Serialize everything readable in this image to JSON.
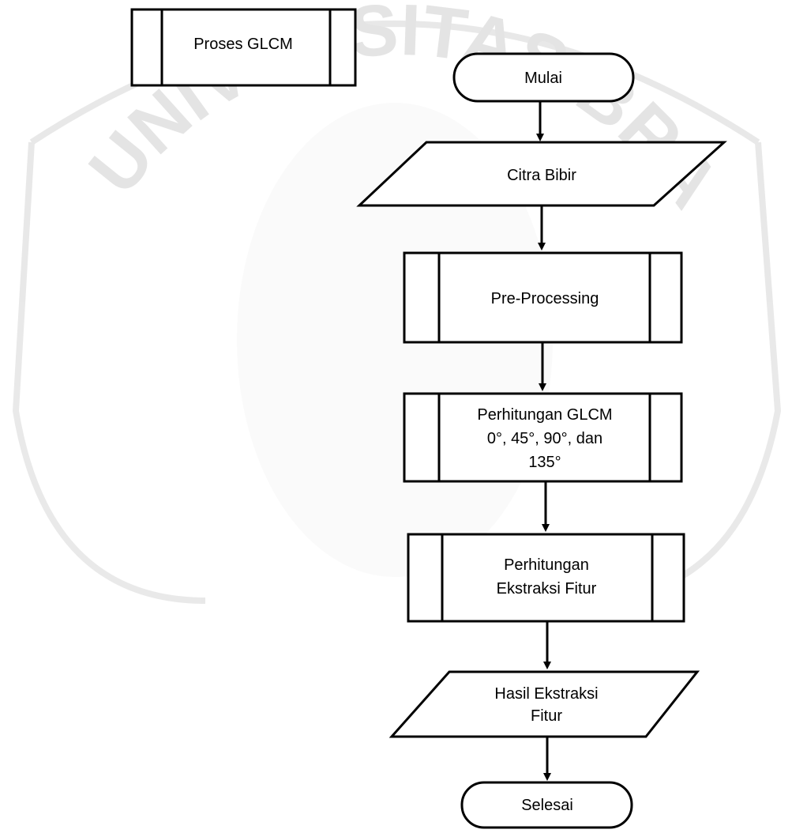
{
  "diagram": {
    "title_box": "Proses GLCM",
    "steps": {
      "start": "Mulai",
      "input": "Citra Bibir",
      "preprocessing": "Pre-Processing",
      "glcm_line1": "Perhitungan GLCM",
      "glcm_line2": "0°, 45°, 90°, dan",
      "glcm_line3": "135°",
      "feature_line1": "Perhitungan",
      "feature_line2": "Ekstraksi Fitur",
      "output_line1": "Hasil Ekstraksi",
      "output_line2": "Fitur",
      "end": "Selesai"
    }
  },
  "colors": {
    "stroke": "#000000",
    "fill": "#ffffff",
    "watermark": "#8a8a8a"
  }
}
